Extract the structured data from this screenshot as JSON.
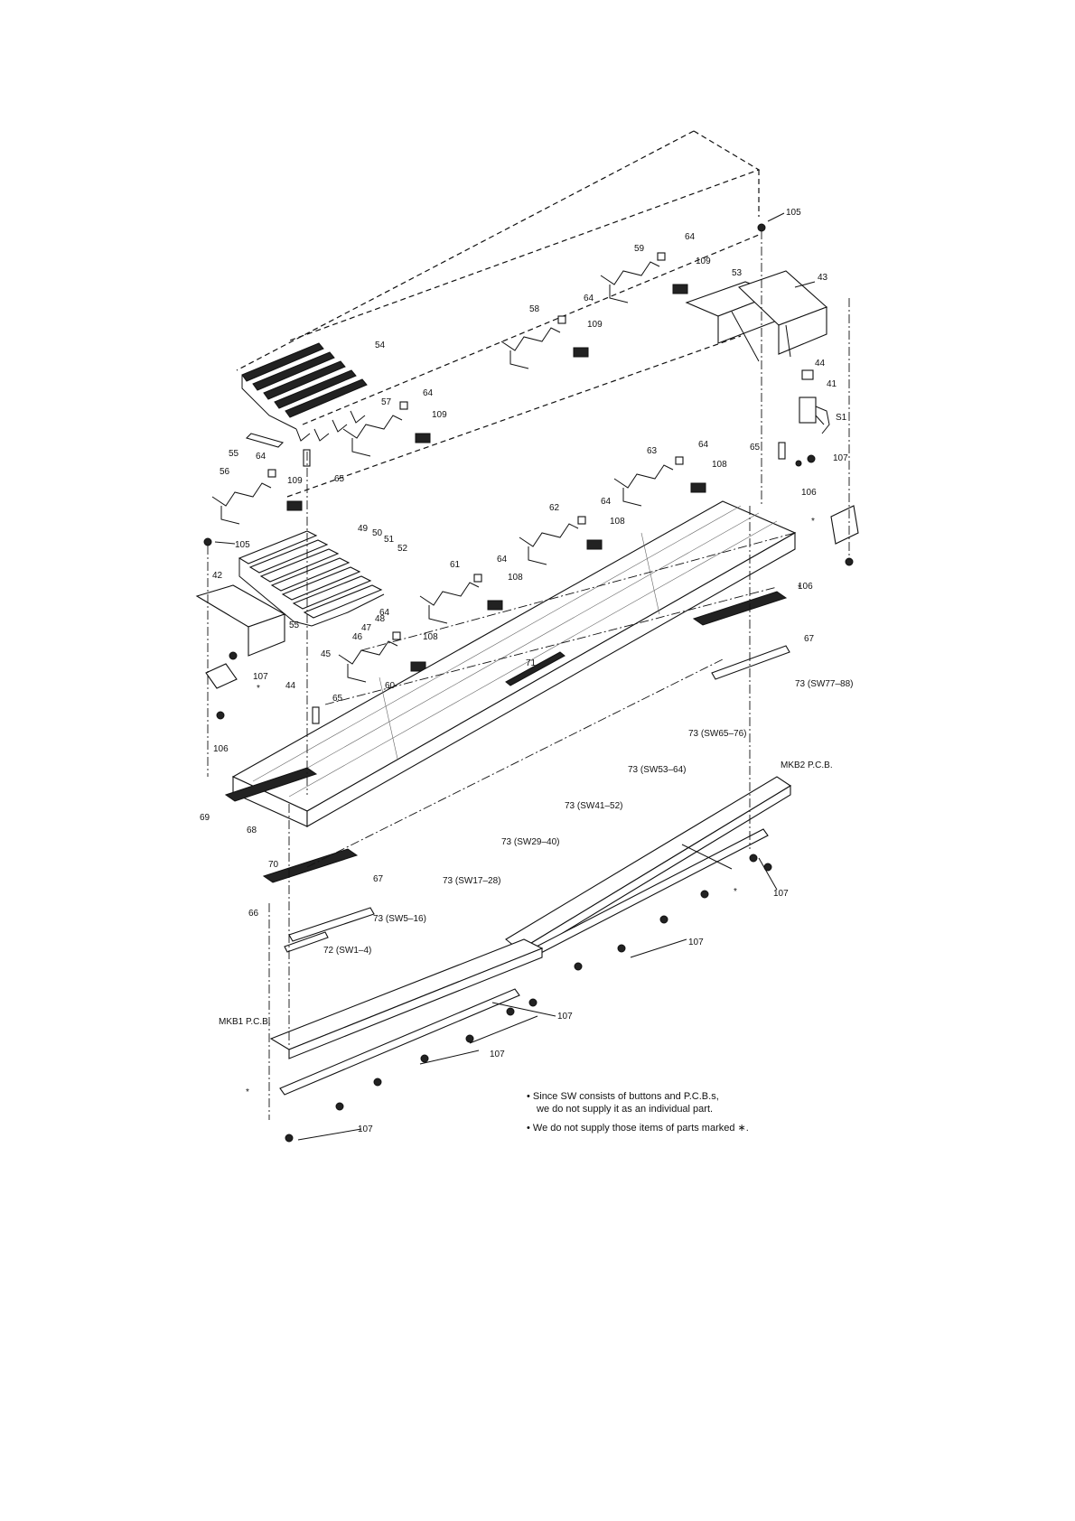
{
  "diagram": {
    "part_labels": {
      "p105a": "105",
      "p64a": "64",
      "p59": "59",
      "p109a": "109",
      "p53": "53",
      "p43": "43",
      "p54": "54",
      "p58": "58",
      "p64b": "64",
      "p109b": "109",
      "p44a": "44",
      "p41": "41",
      "p57": "57",
      "p64c": "64",
      "p109c": "109",
      "pS1": "S1",
      "p55a": "55",
      "p64d": "64",
      "p65a": "65",
      "p56": "56",
      "p109d": "109",
      "p65b": "65",
      "p63": "63",
      "p64e": "64",
      "p108a": "108",
      "p107a": "107",
      "p106a": "106",
      "p62": "62",
      "p64f": "64",
      "p108b": "108",
      "p105b": "105",
      "p49": "49",
      "p50": "50",
      "p51": "51",
      "p52": "52",
      "p61": "61",
      "p64g": "64",
      "p108c": "108",
      "p106b": "106",
      "p42": "42",
      "p55b": "55",
      "p48": "48",
      "p47": "47",
      "p46": "46",
      "p45": "45",
      "p64h": "64",
      "p108d": "108",
      "p60": "60",
      "p107b": "107",
      "p44b": "44",
      "p67a": "67",
      "p71": "71",
      "p65c": "65",
      "p106c": "106",
      "p69": "69",
      "p68": "68",
      "p70": "70",
      "p67b": "67",
      "p66": "66",
      "mkb2": "MKB2 P.C.B.",
      "mkb1": "MKB1 P.C.B.",
      "p107c": "107",
      "p107d": "107",
      "p107e": "107",
      "p107f": "107",
      "p107g": "107"
    },
    "switch_groups": {
      "sw77": "73 (SW77–88)",
      "sw65": "73 (SW65–76)",
      "sw53": "73 (SW53–64)",
      "sw41": "73 (SW41–52)",
      "sw29": "73 (SW29–40)",
      "sw17": "73 (SW17–28)",
      "sw5": "73 (SW5–16)",
      "sw1": "72 (SW1–4)"
    },
    "asterisks": {
      "a1": "*",
      "a2": "*",
      "a3": "*",
      "a4": "*",
      "a5": "*"
    },
    "notes": {
      "line1": "• Since SW consists of buttons and P.C.B.s,",
      "line2": "we do not supply it as an individual part.",
      "line3": "• We do not supply those items of parts marked ∗."
    }
  }
}
